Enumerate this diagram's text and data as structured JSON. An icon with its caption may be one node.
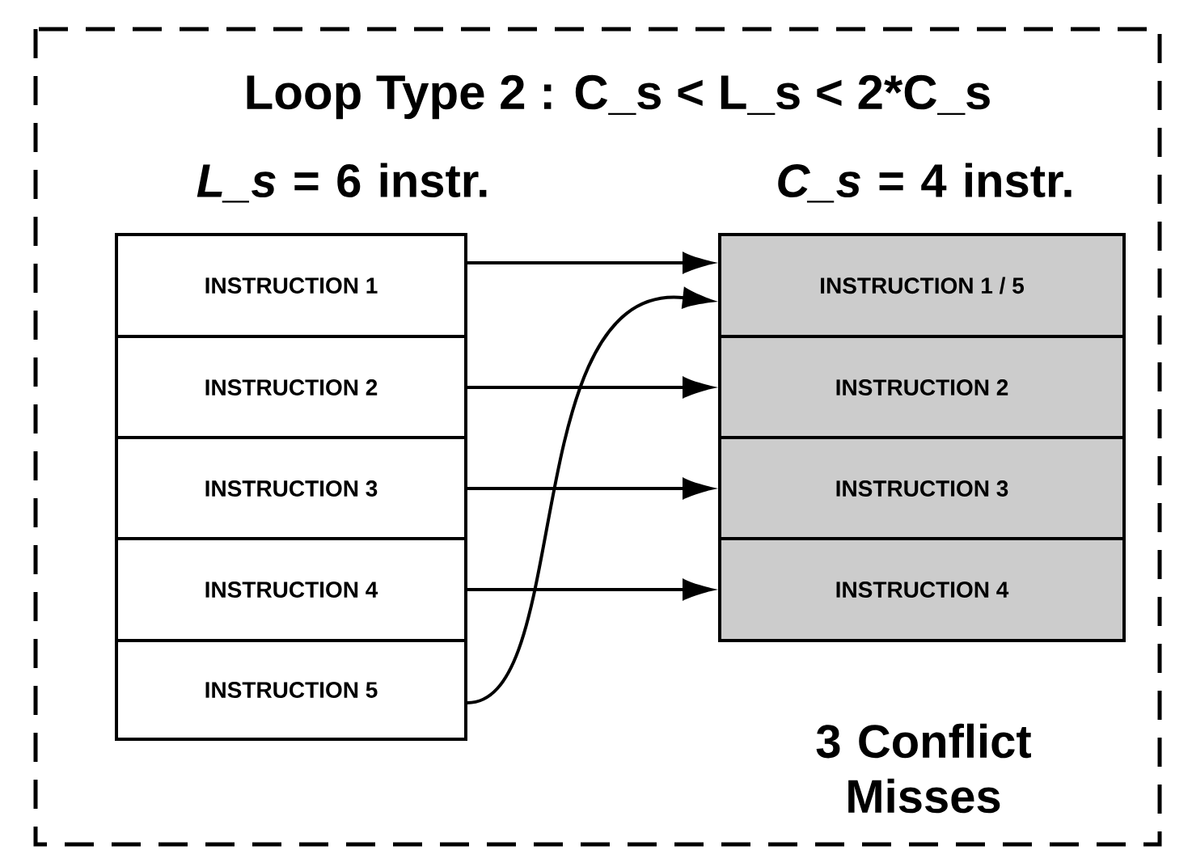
{
  "diagram": {
    "title": "Loop Type 2 : C_s < L_s < 2*C_s",
    "nodes": [
      {
        "text": [
          "INSTRUCTION 1"
        ]
      },
      {
        "text": [
          "INSTRUCTION 2"
        ]
      },
      {
        "text": [
          "INSTRUCTION 3"
        ]
      },
      {
        "text": [
          "INSTRUCTION 4"
        ]
      },
      {
        "text": [
          "INSTRUCTION 5"
        ]
      },
      {
        "text": [
          "INSTRUCTION 1 / 5"
        ]
      },
      {
        "text": [
          "INSTRUCTION 2"
        ]
      },
      {
        "text": [
          "INSTRUCTION 3"
        ]
      },
      {
        "text": [
          "INSTRUCTION 4"
        ]
      }
    ],
    "edges": [
      {
        "from": 0,
        "to": 5,
        "arrow": "to"
      },
      {
        "from": 1,
        "to": 6,
        "arrow": "to"
      },
      {
        "from": 2,
        "to": 7,
        "arrow": "to"
      },
      {
        "from": 3,
        "to": 8,
        "arrow": "to"
      },
      {
        "from": 4,
        "to": 5,
        "arrow": "to"
      }
    ],
    "labels": [
      "*L_s* = 6 instr.",
      "*C_s* = 4 instr.",
      "3 Conflict Misses"
    ]
  }
}
